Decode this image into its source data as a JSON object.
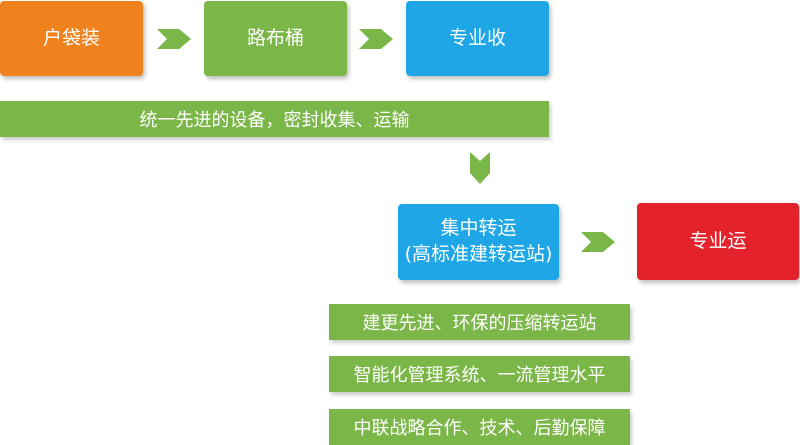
{
  "colors": {
    "orange": "#f0821e",
    "green": "#7ab648",
    "blue": "#1ea6e6",
    "red": "#e3222b",
    "arrow": "#7ab648"
  },
  "steps": {
    "household_bag": "户袋装",
    "roadside_bin": "路布桶",
    "specialized_collection": "专业收",
    "centralized_transfer_line1": "集中转运",
    "centralized_transfer_line2": "(高标准建转运站)",
    "specialized_transport": "专业运"
  },
  "banner": "统一先进的设备，密封收集、运输",
  "features": [
    "建更先进、环保的压缩转运站",
    "智能化管理系统、一流管理水平",
    "中联战略合作、技术、后勤保障"
  ]
}
